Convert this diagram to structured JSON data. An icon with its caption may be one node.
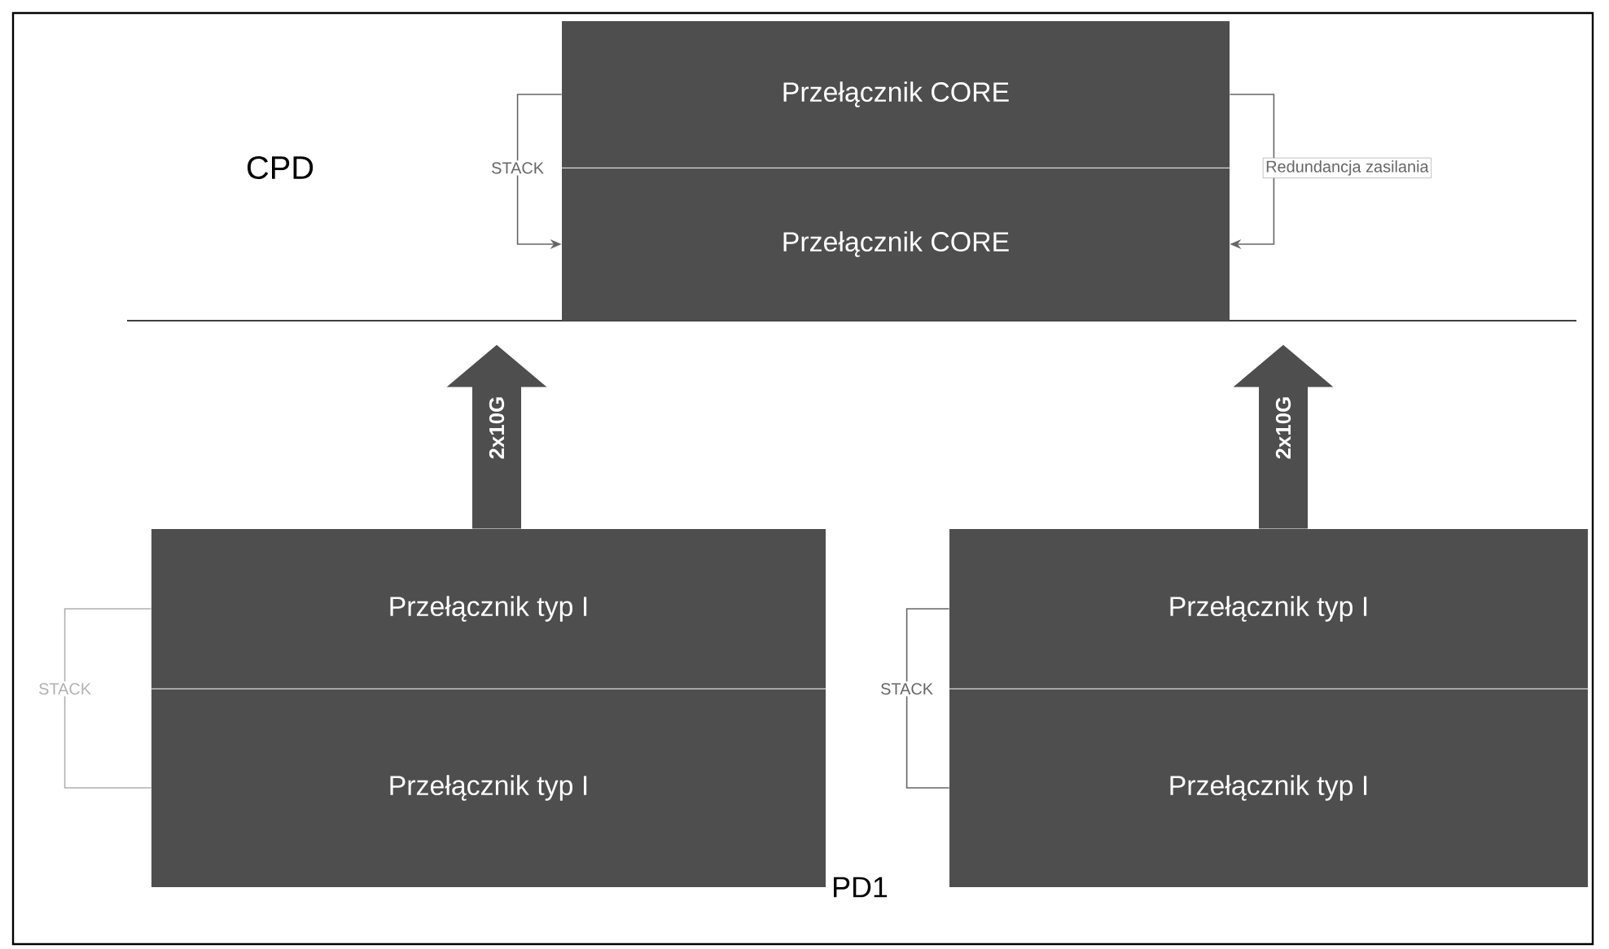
{
  "diagram": {
    "nodes": [
      {
        "text": [
          "Przełącznik CORE"
        ]
      },
      {
        "text": [
          "Przełącznik CORE"
        ]
      },
      {
        "text": [
          "Przełącznik typ I"
        ]
      },
      {
        "text": [
          "Przełącznik typ I"
        ]
      },
      {
        "text": [
          "Przełącznik typ I"
        ]
      },
      {
        "text": [
          "Przełącznik typ I"
        ]
      }
    ],
    "edges": [
      {
        "from": 0,
        "to": 1,
        "arrow": "to",
        "label": "STACK"
      },
      {
        "from": 0,
        "to": 1,
        "arrow": "to",
        "label": "Redundancja zasilania"
      },
      {
        "from": 2,
        "to": null,
        "arrow": "to",
        "label": "2x10G",
        "style": "thick"
      },
      {
        "from": 4,
        "to": null,
        "arrow": "to",
        "label": "2x10G",
        "style": "thick"
      },
      {
        "from": 2,
        "to": 3,
        "arrow": "none",
        "label": "STACK"
      },
      {
        "from": 4,
        "to": 5,
        "arrow": "none",
        "label": "STACK"
      }
    ],
    "labels": [
      "CPD",
      "PD1"
    ]
  }
}
